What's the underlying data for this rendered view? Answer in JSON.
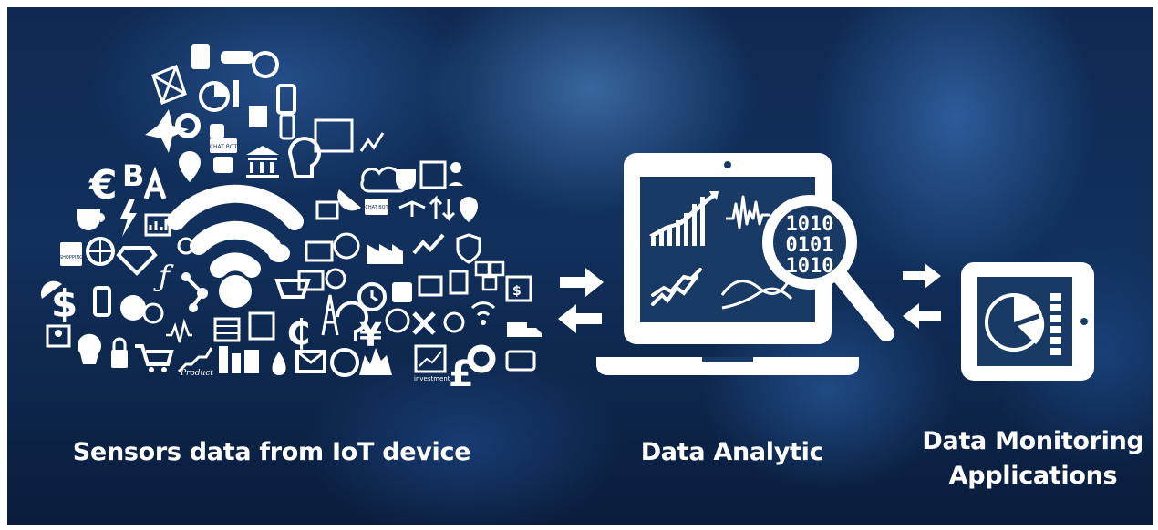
{
  "captions": {
    "sensors": "Sensors data from IoT device",
    "analytic": "Data Analytic",
    "monitoring_line1": "Data Monitoring",
    "monitoring_line2": "Applications"
  },
  "icon_labels": {
    "chat_bot_1": "CHAT BOT",
    "chat_bot_2": "CHAT BOT",
    "shopping": "SHOPPING",
    "product": "Product",
    "investment": "investment",
    "euro": "€",
    "bitcoin": "B",
    "dollar": "$",
    "franc": "ƒ",
    "cedi": "₵",
    "yen": "¥",
    "pound": "£",
    "binary_row1": "1010",
    "binary_row2": "0101",
    "binary_row3": "1010"
  },
  "colors": {
    "background_dark": "#0f2a52",
    "foreground": "#ffffff"
  }
}
